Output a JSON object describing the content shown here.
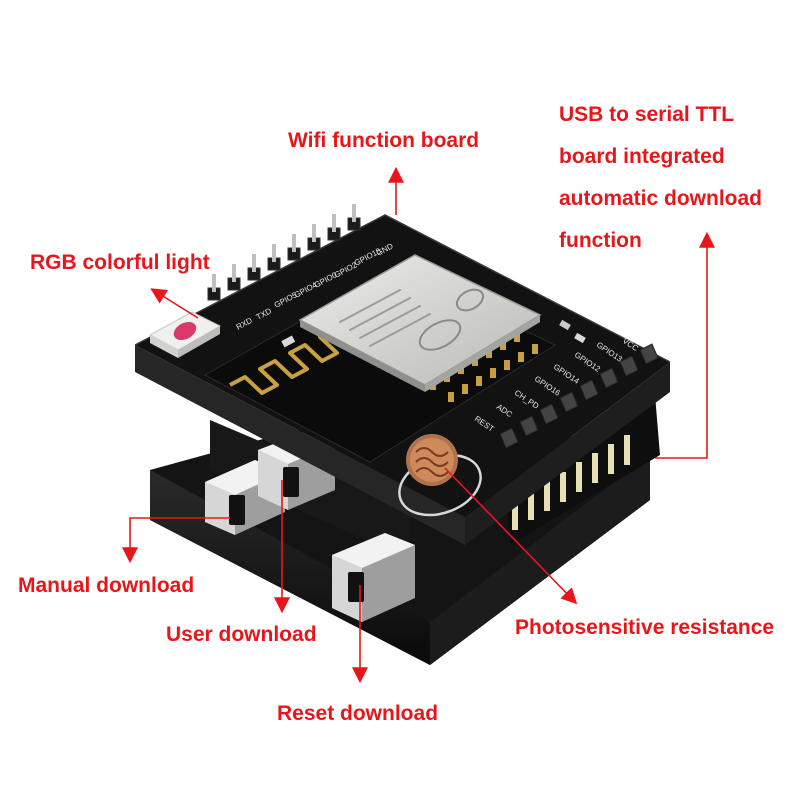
{
  "labels": {
    "wifi_board": "Wifi function board",
    "rgb_light": "RGB colorful light",
    "usb_line1": "USB to serial TTL",
    "usb_line2": "board integrated",
    "usb_line3": "automatic download",
    "usb_line4": "function",
    "manual_download": "Manual download",
    "user_download": "User download",
    "reset_download": "Reset download",
    "photosensitive": "Photosensitive resistance"
  },
  "board_marks": {
    "pins_top": [
      "RXD",
      "TXD",
      "GPIO5",
      "GPIO4",
      "GPIO0",
      "GPIO2",
      "GPIO15",
      "GND"
    ],
    "pins_right": [
      "VCC",
      "GPIO13",
      "GPIO12",
      "GPIO14",
      "GPIO16",
      "CH_PD",
      "ADC",
      "REST"
    ]
  },
  "colors": {
    "annotation": "#e8161a",
    "pcb": "#121212",
    "module_shield": "#d8d8d4",
    "gold": "#c8a040",
    "rgb_led": "#d83a6a"
  }
}
